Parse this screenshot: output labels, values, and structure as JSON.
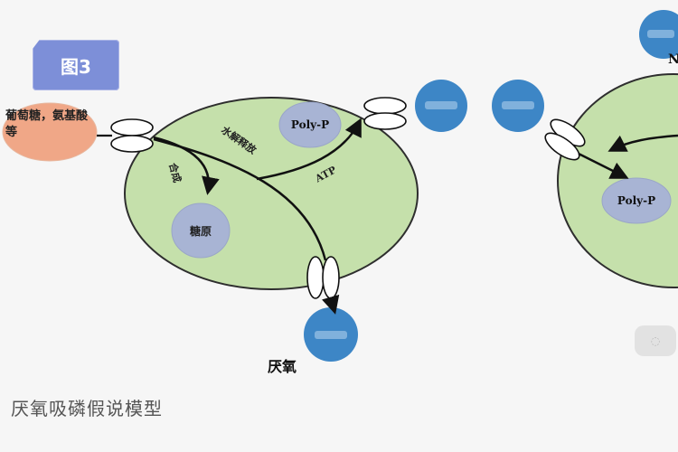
{
  "figure": {
    "tag_label": "图3",
    "caption": "厌氧吸磷假说模型"
  },
  "cell_left": {
    "substrate": "葡萄糖，氨基酸等",
    "poly_p": "Poly-P",
    "glycogen": "糖原",
    "arrow_hydrolysis": "水解释放",
    "arrow_synthesis": "合成",
    "atp": "ATP",
    "anaerobic": "厌氧"
  },
  "cell_right": {
    "poly_p": "Poly-P",
    "corner_letter": "N"
  },
  "colors": {
    "cell_fill": "#c5e0ab",
    "cell_stroke": "#2e2e2e",
    "node_blue": "#3d86c6",
    "node_gray": "#a8b4d4",
    "substrate_fill": "#f0a787",
    "tag_fill": "#7d8fd8"
  },
  "icons": [
    "transporter-icon",
    "arrow-icon"
  ]
}
